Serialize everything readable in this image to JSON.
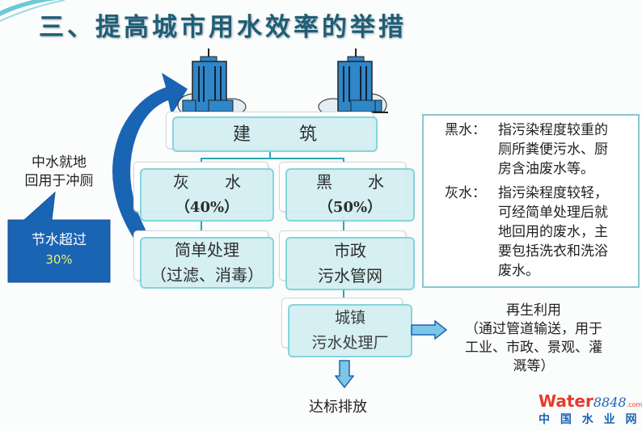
{
  "title": "三、提高城市用水效率的举措",
  "building": {
    "label_left": "建",
    "label_right": "筑"
  },
  "grey_water": {
    "label_left": "灰",
    "label_right": "水",
    "percent": "（40%）"
  },
  "black_water": {
    "label_left": "黑",
    "label_right": "水",
    "percent": "（50%）"
  },
  "simple_treatment": {
    "line1": "简单处理",
    "line2": "（过滤、消毒）"
  },
  "municipal_pipe": {
    "line1": "市政",
    "line2": "污水管网"
  },
  "treatment_plant": {
    "line1": "城镇",
    "line2": "污水处理厂"
  },
  "reuse": {
    "lines": [
      "再生利用",
      "（通过管道输送，用于",
      "工业、市政、景观、灌",
      "溉等）"
    ]
  },
  "discharge": "达标排放",
  "callout": {
    "top_line1": "中水就地",
    "top_line2": "回用于冲厕",
    "box_line1": "节水超过",
    "box_value": "30%"
  },
  "notes": {
    "black": {
      "key": "黑水：",
      "lines": [
        "指污染程度较重的",
        "厕所粪便污水、厨",
        "房含油废水等。"
      ]
    },
    "grey": {
      "key": "灰水：",
      "lines": [
        "指污染程度较轻，",
        "可经简单处理后就",
        "地回用的废水，主",
        "要包括洗衣和洗浴",
        "废水。"
      ]
    }
  },
  "logo": {
    "word": "Water",
    "num": "8848",
    "com": ".com",
    "cn": "中 国 水 业 网"
  },
  "colors": {
    "title": "#1f5e74",
    "box_fill": "#d3eff2",
    "box_border": "#7fd2da",
    "arrow": "#1a64b4",
    "callout_value": "#e8f06a"
  }
}
